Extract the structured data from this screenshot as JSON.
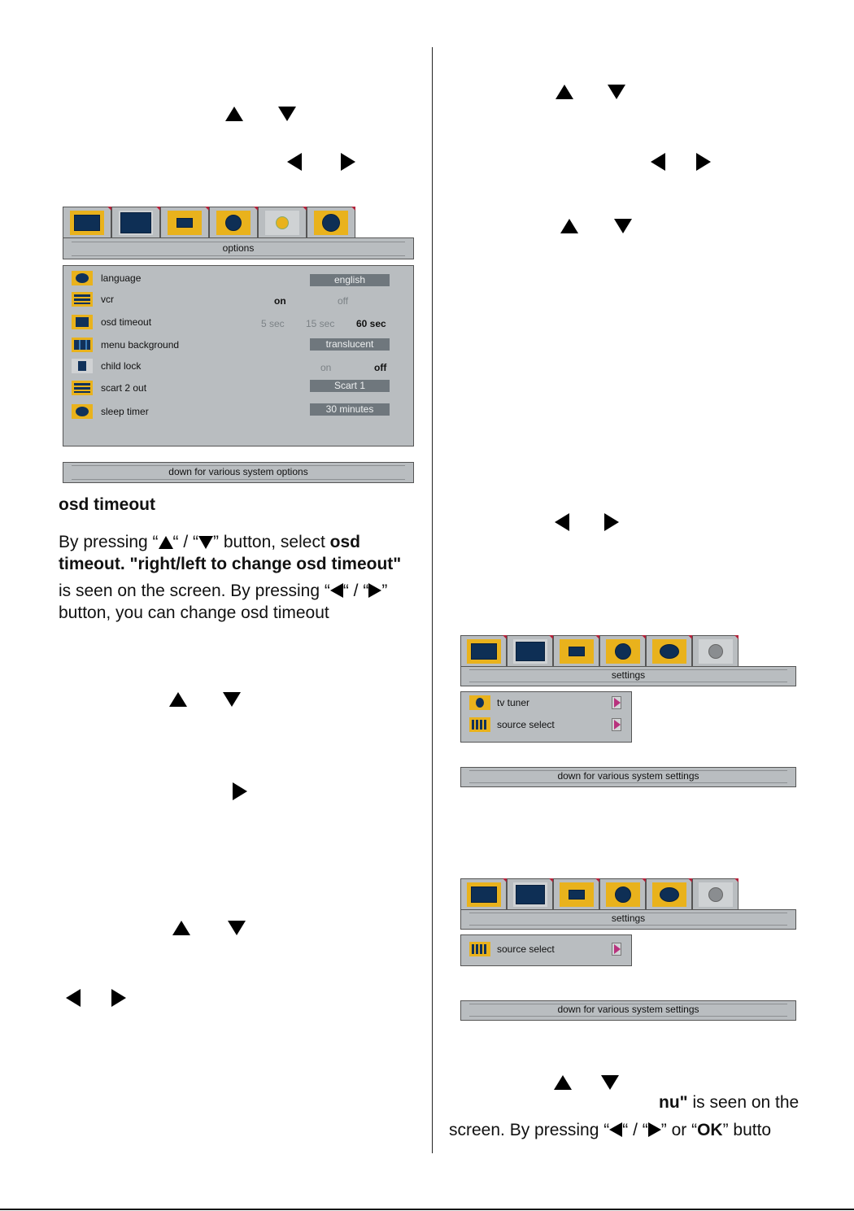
{
  "options_menu": {
    "title": "options",
    "tab_icons": [
      "picture-icon",
      "screen-icon",
      "feature-icon",
      "sound-icon",
      "options-icon",
      "install-icon"
    ],
    "rows": [
      {
        "label": "language",
        "icon": "globe-icon",
        "value": "english"
      },
      {
        "label": "vcr",
        "icon": "bars-icon",
        "options": [
          "on",
          "off"
        ],
        "selected": "on"
      },
      {
        "label": "osd timeout",
        "icon": "clock-icon",
        "options": [
          "5 sec",
          "15 sec",
          "60 sec"
        ],
        "selected": "60 sec"
      },
      {
        "label": "menu background",
        "icon": "layers-icon",
        "value": "translucent"
      },
      {
        "label": "child lock",
        "icon": "lock-icon",
        "options": [
          "on",
          "off"
        ],
        "selected": "off"
      },
      {
        "label": "scart 2 out",
        "icon": "bars-icon",
        "value": "Scart 1"
      },
      {
        "label": "sleep timer",
        "icon": "clock-icon",
        "value": "30  minutes"
      }
    ],
    "hint": "down for various system options"
  },
  "left_text": {
    "heading": "osd timeout",
    "p1_a": "By pressing “",
    "p1_b": "“ / “",
    "p1_c": "” button, select ",
    "p1_bold1": "osd",
    "p1_bold2": "timeout. \"right/left to change osd timeout\"",
    "p2_a": "is seen on the screen. By pressing “",
    "p2_b": "“ / “",
    "p2_c": "”",
    "p2_d": "button, you can change osd timeout"
  },
  "settings_menu_1": {
    "title": "settings",
    "items": [
      "tv tuner",
      "source select"
    ],
    "hint": "down for various system settings"
  },
  "settings_menu_2": {
    "title": "settings",
    "items": [
      "source select"
    ],
    "hint": "down for various system settings"
  },
  "right_text": {
    "line1_bold": "nu\"",
    "line1_rest": " is seen on the",
    "line2_a": "screen. By pressing “",
    "line2_b": "“ / “",
    "line2_c": "” or “",
    "line2_bold": "OK",
    "line2_d": "” butto"
  }
}
